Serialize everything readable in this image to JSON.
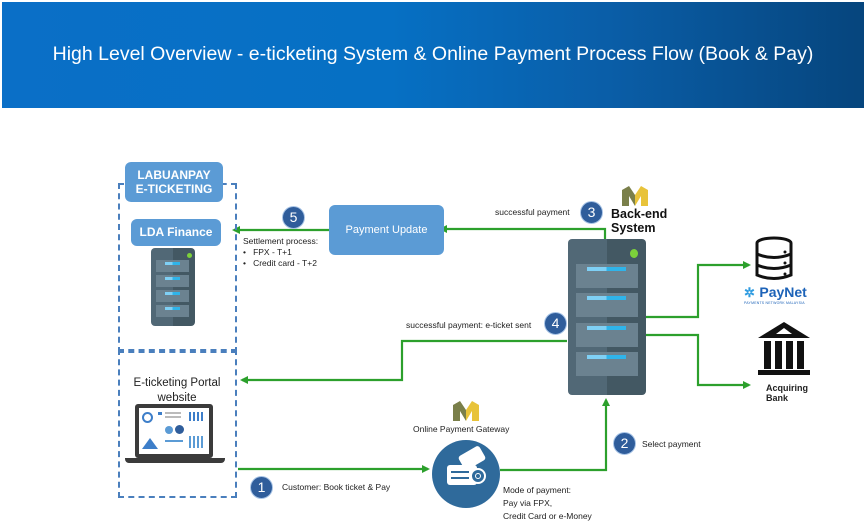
{
  "header": {
    "title": "High Level Overview - e-ticketing System & Online Payment Process Flow (Book & Pay)"
  },
  "nodes": {
    "labuanpay": "LABUANPAY E-TICKETING",
    "lda_finance": "LDA Finance",
    "payment_update": "Payment Update",
    "backend": "Back-end System",
    "portal": "E-ticketing Portal website",
    "gateway": "Online Payment Gateway",
    "paynet_brand": "PayNet",
    "paynet_sub": "PAYMENTS NETWORK MALAYSIA",
    "acquiring_bank": "Acquiring Bank"
  },
  "steps": [
    {
      "num": "1",
      "label": "Customer:  Book ticket & Pay"
    },
    {
      "num": "2",
      "label": "Select payment"
    },
    {
      "num": "3",
      "label": "successful payment"
    },
    {
      "num": "4",
      "label": "successful payment: e-ticket sent"
    },
    {
      "num": "5",
      "label": "Settlement process:"
    }
  ],
  "settlement_items": [
    "FPX - T+1",
    "Credit card - T+2"
  ],
  "mode_of_payment": {
    "title": "Mode of payment:",
    "line1": "Pay via FPX,",
    "line2": "Credit Card or  e-Money"
  },
  "colors": {
    "header_start": "#0a6fc7",
    "header_end": "#06457d",
    "box_blue": "#5b9bd5",
    "arrow_green": "#2ca02c",
    "step_circle": "#2f5d9b",
    "dashed_border": "#4a7fbd"
  }
}
